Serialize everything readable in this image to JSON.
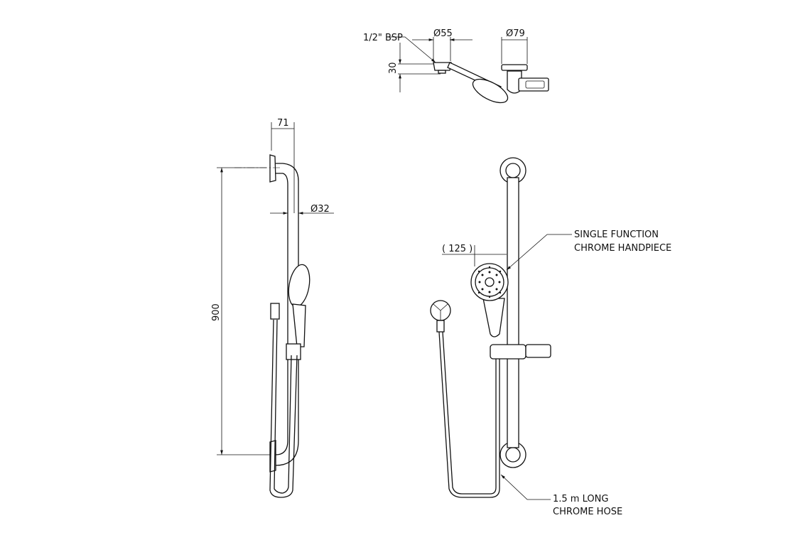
{
  "top_view": {
    "bsp_label": "1/2\" BSP",
    "dia_55": "Ø55",
    "dia_79": "Ø79",
    "height_30": "30"
  },
  "side_view": {
    "width_71": "71",
    "dia_32": "Ø32",
    "height_900": "900"
  },
  "front_view": {
    "offset_125": "( 125 )",
    "handpiece_label_1": "SINGLE FUNCTION",
    "handpiece_label_2": "CHROME HANDPIECE",
    "hose_label_1": "1.5 m LONG",
    "hose_label_2": "CHROME HOSE"
  }
}
